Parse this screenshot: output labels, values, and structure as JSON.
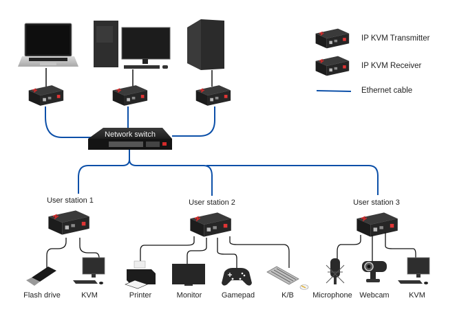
{
  "legend": {
    "items": [
      {
        "icon": "ip-kvm-transmitter-icon",
        "label": "IP KVM Transmitter"
      },
      {
        "icon": "ip-kvm-receiver-icon",
        "label": "IP KVM Receiver"
      },
      {
        "icon": "ethernet-cable-line",
        "label": "Ethernet cable"
      }
    ]
  },
  "colors": {
    "ethernet": "#0b4fa8",
    "device_cable": "#111111",
    "device_body": "#2a2a2a",
    "accent_red": "#d42a2a"
  },
  "sources": [
    {
      "name": "laptop",
      "icon": "laptop-icon"
    },
    {
      "name": "desktop-pc",
      "icon": "desktop-computer-icon"
    },
    {
      "name": "tower-server",
      "icon": "tower-pc-icon"
    }
  ],
  "switch": {
    "label": "Network switch"
  },
  "stations": [
    {
      "label": "User station 1",
      "devices": [
        {
          "label": "Flash drive",
          "icon": "flash-drive-icon"
        },
        {
          "label": "KVM",
          "icon": "kvm-workstation-icon"
        }
      ]
    },
    {
      "label": "User station 2",
      "devices": [
        {
          "label": "Printer",
          "icon": "printer-icon"
        },
        {
          "label": "Monitor",
          "icon": "monitor-icon"
        },
        {
          "label": "Gamepad",
          "icon": "gamepad-icon"
        },
        {
          "label": "K/B",
          "icon": "keyboard-mouse-icon"
        }
      ]
    },
    {
      "label": "User station 3",
      "devices": [
        {
          "label": "Microphone",
          "icon": "microphone-icon"
        },
        {
          "label": "Webcam",
          "icon": "webcam-icon"
        },
        {
          "label": "KVM",
          "icon": "kvm-workstation-icon"
        }
      ]
    }
  ]
}
